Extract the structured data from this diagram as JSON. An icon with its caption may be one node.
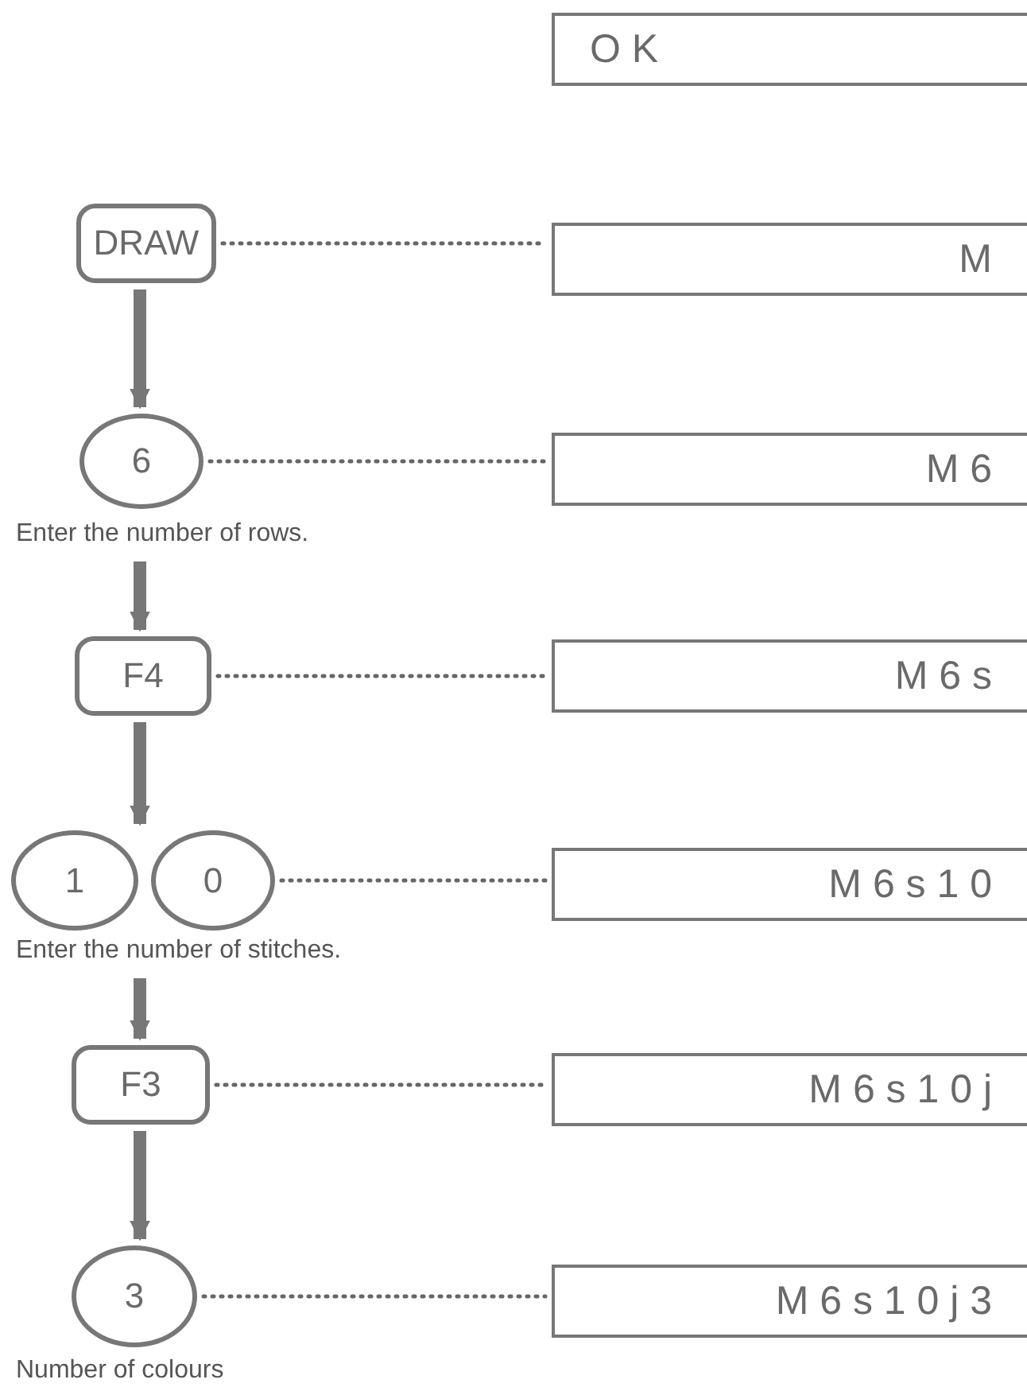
{
  "diagram": {
    "nodes": [
      {
        "text": [
          "O K"
        ]
      },
      {
        "text": [
          "DRAW"
        ]
      },
      {
        "text": [
          "M"
        ]
      },
      {
        "text": [
          "6"
        ],
        "beside": [
          "Enter the number of rows."
        ]
      },
      {
        "text": [
          "M 6"
        ]
      },
      {
        "text": [
          "F4"
        ]
      },
      {
        "text": [
          "M 6 s"
        ]
      },
      {
        "text": [
          "1"
        ],
        "beside": [
          "Enter the number of stitches."
        ]
      },
      {
        "text": [
          "0"
        ]
      },
      {
        "text": [
          "M 6 s 1 0"
        ]
      },
      {
        "text": [
          "F3"
        ]
      },
      {
        "text": [
          "M 6 s 1 0 j"
        ]
      },
      {
        "text": [
          "3"
        ],
        "beside": [
          "Number of colours"
        ]
      },
      {
        "text": [
          "M 6 s 1 0 j 3"
        ]
      }
    ],
    "edges": [
      {
        "from": 1,
        "to": 2,
        "arrow": "none",
        "style": "dashed"
      },
      {
        "from": 1,
        "to": 3,
        "arrow": "to",
        "style": "thick"
      },
      {
        "from": 3,
        "to": 4,
        "arrow": "none",
        "style": "dashed"
      },
      {
        "from": 3,
        "to": 5,
        "arrow": "to",
        "style": "thick"
      },
      {
        "from": 5,
        "to": 6,
        "arrow": "none",
        "style": "dashed"
      },
      {
        "from": 5,
        "to": 7,
        "arrow": "to",
        "style": "thick"
      },
      {
        "from": 8,
        "to": 9,
        "arrow": "none",
        "style": "dashed"
      },
      {
        "from": 7,
        "to": 10,
        "arrow": "to",
        "style": "thick"
      },
      {
        "from": 10,
        "to": 11,
        "arrow": "none",
        "style": "dashed"
      },
      {
        "from": 10,
        "to": 12,
        "arrow": "to",
        "style": "thick"
      },
      {
        "from": 12,
        "to": 13,
        "arrow": "none",
        "style": "dashed"
      }
    ]
  }
}
